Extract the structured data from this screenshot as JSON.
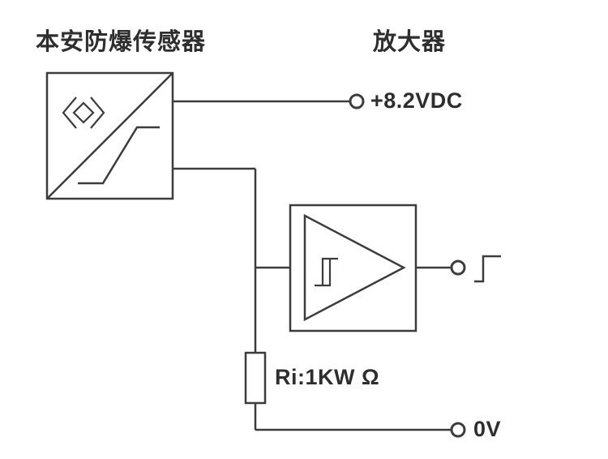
{
  "labels": {
    "sensor_title": "本安防爆传感器",
    "amplifier_title": "放大器",
    "supply_terminal": "+8.2VDC",
    "resistor_value": "Ri:1KW Ω",
    "ground_terminal": "0V"
  },
  "components": {
    "sensor_block": "intrinsically-safe-explosion-proof-sensor",
    "amplifier_block": "amplifier-with-hysteresis",
    "resistor": "internal-resistor",
    "terminals": [
      "+8.2VDC",
      "output-step-signal",
      "0V"
    ]
  },
  "colors": {
    "line": "#3c3c3c",
    "text": "#2e2e2e",
    "background": "#ffffff"
  }
}
